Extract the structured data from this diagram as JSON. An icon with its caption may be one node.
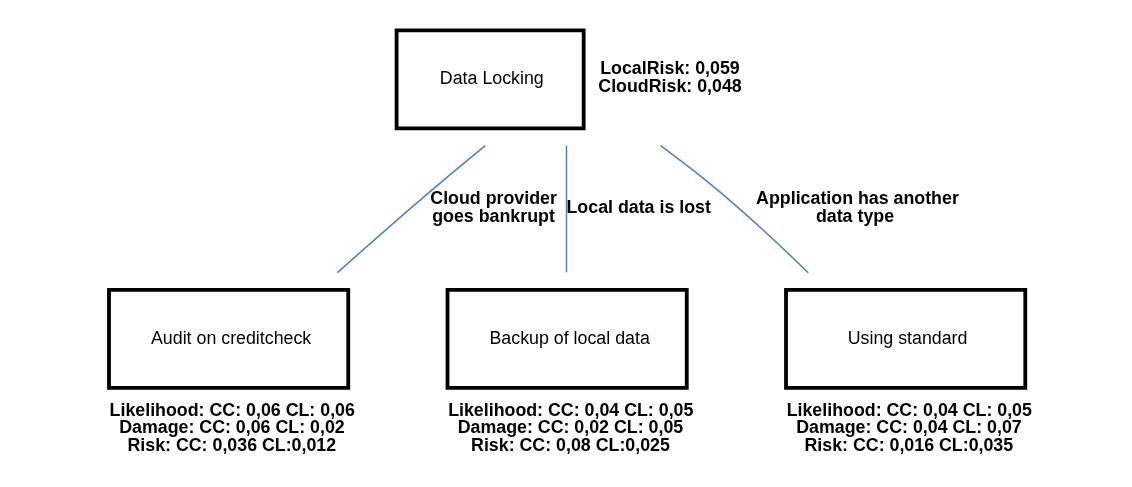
{
  "diagram": {
    "nodes": [
      {
        "text": [
          "Data Locking"
        ],
        "beside": [
          "LocalRisk: 0,059",
          "CloudRisk: 0,048"
        ]
      },
      {
        "text": [
          "Audit on creditcheck"
        ],
        "beside": [
          "Likelihood: CC: 0,06 CL: 0,06",
          "Damage: CC: 0,06 CL: 0,02",
          "Risk: CC: 0,036 CL:0,012"
        ]
      },
      {
        "text": [
          "Backup of local data"
        ],
        "beside": [
          "Likelihood: CC: 0,04 CL: 0,05",
          "Damage: CC: 0,02 CL: 0,05",
          "Risk: CC: 0,08 CL:0,025"
        ]
      },
      {
        "text": [
          "Using standard"
        ],
        "beside": [
          "Likelihood: CC: 0,04 CL: 0,05",
          "Damage: CC: 0,04 CL: 0,07",
          "Risk: CC: 0,016 CL:0,035"
        ]
      }
    ],
    "edges": [
      {
        "from": 0,
        "to": 1,
        "arrow": "none",
        "label": "Cloud provider goes bankrupt"
      },
      {
        "from": 0,
        "to": 2,
        "arrow": "none",
        "label": "Local data is lost"
      },
      {
        "from": 0,
        "to": 3,
        "arrow": "none",
        "label": "Application has another data type"
      }
    ]
  }
}
